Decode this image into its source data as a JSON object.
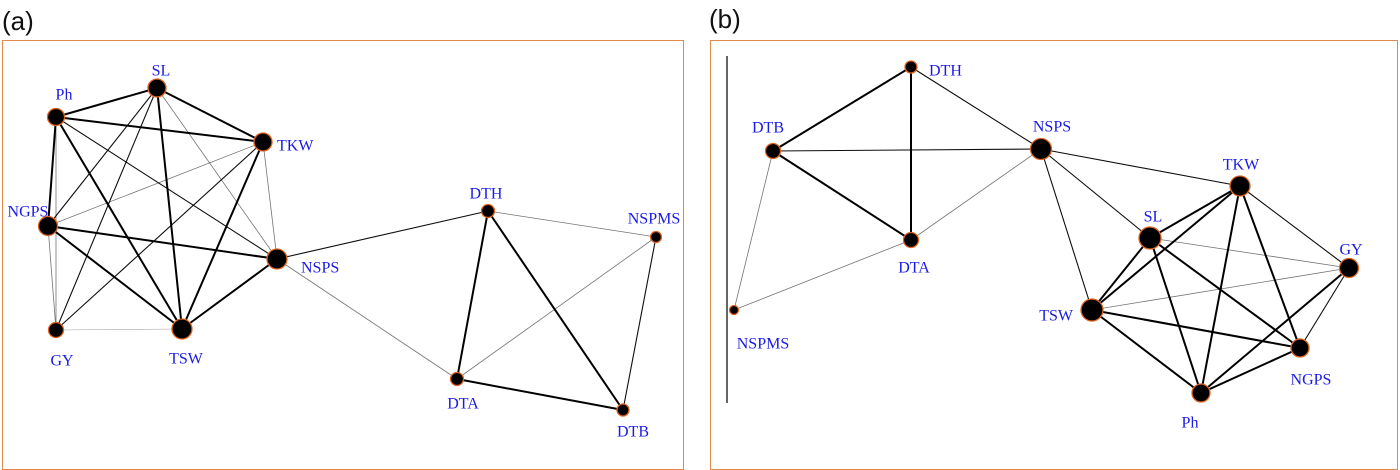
{
  "panels": [
    {
      "letter": "(a)",
      "nodes": [
        {
          "id": "SL",
          "label": "SL"
        },
        {
          "id": "Ph",
          "label": "Ph"
        },
        {
          "id": "TKW",
          "label": "TKW"
        },
        {
          "id": "NGPS",
          "label": "NGPS"
        },
        {
          "id": "NSPS",
          "label": "NSPS"
        },
        {
          "id": "GY",
          "label": "GY"
        },
        {
          "id": "TSW",
          "label": "TSW"
        },
        {
          "id": "DTH",
          "label": "DTH"
        },
        {
          "id": "NSPMS",
          "label": "NSPMS"
        },
        {
          "id": "DTA",
          "label": "DTA"
        },
        {
          "id": "DTB",
          "label": "DTB"
        }
      ],
      "edges": [
        {
          "a": "Ph",
          "b": "SL",
          "strength": "strong"
        },
        {
          "a": "Ph",
          "b": "TKW",
          "strength": "strong"
        },
        {
          "a": "Ph",
          "b": "NGPS",
          "strength": "strong"
        },
        {
          "a": "Ph",
          "b": "GY",
          "strength": "weak"
        },
        {
          "a": "Ph",
          "b": "TSW",
          "strength": "strong"
        },
        {
          "a": "Ph",
          "b": "NSPS",
          "strength": "medium"
        },
        {
          "a": "SL",
          "b": "TKW",
          "strength": "strong"
        },
        {
          "a": "SL",
          "b": "NGPS",
          "strength": "medium"
        },
        {
          "a": "SL",
          "b": "GY",
          "strength": "medium"
        },
        {
          "a": "SL",
          "b": "TSW",
          "strength": "strong"
        },
        {
          "a": "SL",
          "b": "NSPS",
          "strength": "weak"
        },
        {
          "a": "TKW",
          "b": "NGPS",
          "strength": "weak"
        },
        {
          "a": "TKW",
          "b": "GY",
          "strength": "medium"
        },
        {
          "a": "TKW",
          "b": "TSW",
          "strength": "strong"
        },
        {
          "a": "TKW",
          "b": "NSPS",
          "strength": "weak"
        },
        {
          "a": "NGPS",
          "b": "GY",
          "strength": "weak"
        },
        {
          "a": "NGPS",
          "b": "TSW",
          "strength": "strong"
        },
        {
          "a": "NGPS",
          "b": "NSPS",
          "strength": "strong"
        },
        {
          "a": "GY",
          "b": "TSW",
          "strength": "faint"
        },
        {
          "a": "TSW",
          "b": "NSPS",
          "strength": "strong"
        },
        {
          "a": "NSPS",
          "b": "DTH",
          "strength": "medium"
        },
        {
          "a": "NSPS",
          "b": "DTA",
          "strength": "weak"
        },
        {
          "a": "DTH",
          "b": "DTA",
          "strength": "strong"
        },
        {
          "a": "DTH",
          "b": "DTB",
          "strength": "strong"
        },
        {
          "a": "DTH",
          "b": "NSPMS",
          "strength": "weak"
        },
        {
          "a": "DTA",
          "b": "DTB",
          "strength": "strong"
        },
        {
          "a": "DTA",
          "b": "NSPMS",
          "strength": "weak"
        },
        {
          "a": "NSPMS",
          "b": "DTB",
          "strength": "medium"
        }
      ]
    },
    {
      "letter": "(b)",
      "nodes": [
        {
          "id": "DTH",
          "label": "DTH"
        },
        {
          "id": "DTB",
          "label": "DTB"
        },
        {
          "id": "NSPS",
          "label": "NSPS"
        },
        {
          "id": "DTA",
          "label": "DTA"
        },
        {
          "id": "NSPMS",
          "label": "NSPMS"
        },
        {
          "id": "TKW",
          "label": "TKW"
        },
        {
          "id": "SL",
          "label": "SL"
        },
        {
          "id": "GY",
          "label": "GY"
        },
        {
          "id": "TSW",
          "label": "TSW"
        },
        {
          "id": "NGPS",
          "label": "NGPS"
        },
        {
          "id": "Ph",
          "label": "Ph"
        }
      ],
      "edges": [
        {
          "a": "DTB",
          "b": "DTH",
          "strength": "strong"
        },
        {
          "a": "DTB",
          "b": "DTA",
          "strength": "strong"
        },
        {
          "a": "DTB",
          "b": "NSPS",
          "strength": "medium"
        },
        {
          "a": "DTB",
          "b": "NSPMS",
          "strength": "weak"
        },
        {
          "a": "DTH",
          "b": "DTA",
          "strength": "strong"
        },
        {
          "a": "DTH",
          "b": "NSPS",
          "strength": "medium"
        },
        {
          "a": "DTA",
          "b": "NSPS",
          "strength": "weak"
        },
        {
          "a": "DTA",
          "b": "NSPMS",
          "strength": "weak"
        },
        {
          "a": "NSPS",
          "b": "TKW",
          "strength": "medium"
        },
        {
          "a": "NSPS",
          "b": "SL",
          "strength": "medium"
        },
        {
          "a": "NSPS",
          "b": "TSW",
          "strength": "medium"
        },
        {
          "a": "TKW",
          "b": "SL",
          "strength": "strong"
        },
        {
          "a": "TKW",
          "b": "TSW",
          "strength": "strong"
        },
        {
          "a": "TKW",
          "b": "GY",
          "strength": "medium"
        },
        {
          "a": "TKW",
          "b": "NGPS",
          "strength": "strong"
        },
        {
          "a": "TKW",
          "b": "Ph",
          "strength": "strong"
        },
        {
          "a": "SL",
          "b": "TSW",
          "strength": "strong"
        },
        {
          "a": "SL",
          "b": "GY",
          "strength": "weak"
        },
        {
          "a": "SL",
          "b": "NGPS",
          "strength": "strong"
        },
        {
          "a": "SL",
          "b": "Ph",
          "strength": "strong"
        },
        {
          "a": "TSW",
          "b": "GY",
          "strength": "weak"
        },
        {
          "a": "TSW",
          "b": "NGPS",
          "strength": "strong"
        },
        {
          "a": "TSW",
          "b": "Ph",
          "strength": "strong"
        },
        {
          "a": "GY",
          "b": "NGPS",
          "strength": "medium"
        },
        {
          "a": "GY",
          "b": "Ph",
          "strength": "strong"
        },
        {
          "a": "NGPS",
          "b": "Ph",
          "strength": "strong"
        }
      ]
    }
  ],
  "colors": {
    "frame": "#e08a4e",
    "node_fill": "#000000",
    "node_stroke": "#e0631f",
    "label": "#1a1ae6",
    "edge": "#000000"
  }
}
